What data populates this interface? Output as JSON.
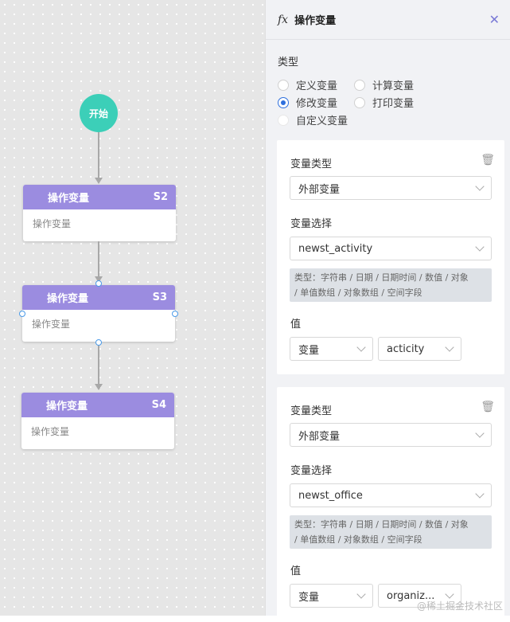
{
  "canvas": {
    "start_label": "开始",
    "nodes": [
      {
        "title": "操作变量",
        "id": "S2",
        "body": "操作变量"
      },
      {
        "title": "操作变量",
        "id": "S3",
        "body": "操作变量"
      },
      {
        "title": "操作变量",
        "id": "S4",
        "body": "操作变量"
      }
    ]
  },
  "panel": {
    "fx_icon": "fx",
    "title": "操作变量",
    "close_icon": "✕",
    "type_label": "类型",
    "radios": [
      {
        "label": "定义变量",
        "checked": false
      },
      {
        "label": "计算变量",
        "checked": false
      },
      {
        "label": "修改变量",
        "checked": true
      },
      {
        "label": "打印变量",
        "checked": false
      },
      {
        "label": "自定义变量",
        "checked": false
      }
    ],
    "cards": [
      {
        "var_type_label": "变量类型",
        "var_type_value": "外部变量",
        "var_select_label": "变量选择",
        "var_select_value": "newst_activity",
        "hint_line1": "类型：字符串 / 日期 / 日期时间 / 数值 / 对象",
        "hint_line2": "/ 单值数组 / 对象数组 / 空间字段",
        "value_label": "值",
        "value_mode": "变量",
        "value_target": "acticity"
      },
      {
        "var_type_label": "变量类型",
        "var_type_value": "外部变量",
        "var_select_label": "变量选择",
        "var_select_value": "newst_office",
        "hint_line1": "类型：字符串 / 日期 / 日期时间 / 数值 / 对象",
        "hint_line2": "/ 单值数组 / 对象数组 / 空间字段",
        "value_label": "值",
        "value_mode": "变量",
        "value_target": "organiz..."
      }
    ]
  },
  "watermark": "@稀土掘金技术社区"
}
